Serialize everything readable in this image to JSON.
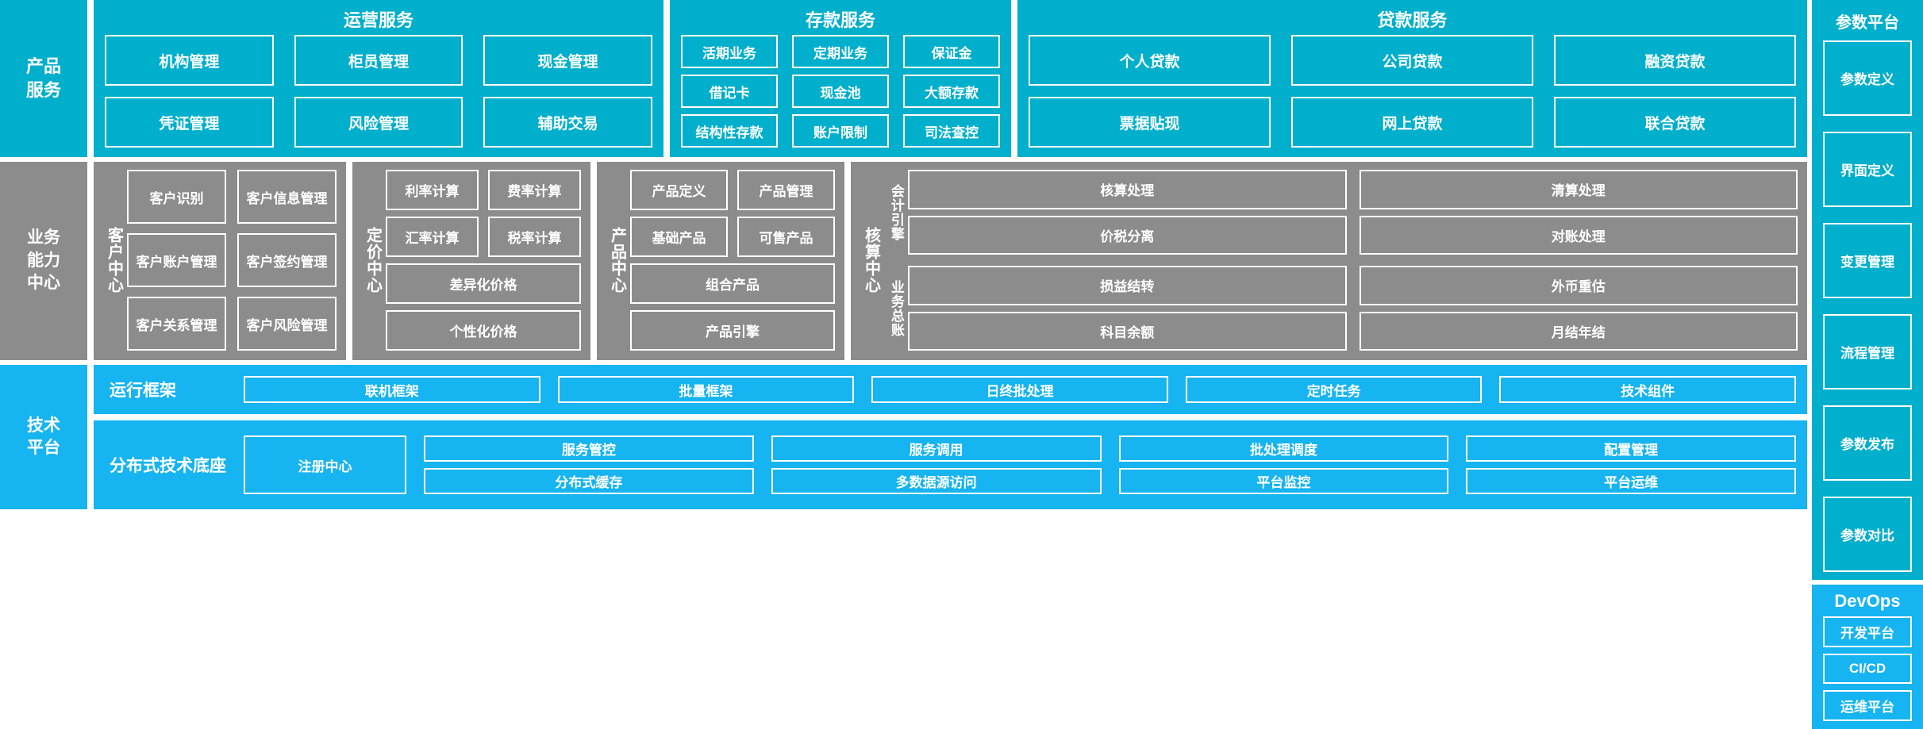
{
  "rows": {
    "product_service": {
      "rail_label": "产品\n服务",
      "panels": [
        {
          "title": "运营服务",
          "items": [
            "机构管理",
            "柜员管理",
            "现金管理",
            "凭证管理",
            "风险管理",
            "辅助交易"
          ]
        },
        {
          "title": "存款服务",
          "items": [
            "活期业务",
            "定期业务",
            "保证金",
            "借记卡",
            "现金池",
            "大额存款",
            "结构性存款",
            "账户限制",
            "司法查控"
          ]
        },
        {
          "title": "贷款服务",
          "items": [
            "个人贷款",
            "公司贷款",
            "融资贷款",
            "票据贴现",
            "网上贷款",
            "联合贷款"
          ]
        }
      ]
    },
    "business_capability": {
      "rail_label": "业务\n能力\n中心",
      "centers": [
        {
          "vlabel": "客户中心",
          "items": [
            "客户识别",
            "客户信息管理",
            "客户账户管理",
            "客户签约管理",
            "客户关系管理",
            "客户风险管理"
          ]
        },
        {
          "vlabel": "定价中心",
          "items": [
            "利率计算",
            "费率计算",
            "汇率计算",
            "税率计算"
          ],
          "wide_items": [
            "差异化价格",
            "个性化价格"
          ]
        },
        {
          "vlabel": "产品中心",
          "items": [
            "产品定义",
            "产品管理",
            "基础产品",
            "可售产品"
          ],
          "wide_items": [
            "组合产品",
            "产品引擎"
          ]
        },
        {
          "vlabel": "核算中心",
          "sections": [
            {
              "vlabel": "会计引擎",
              "items": [
                "核算处理",
                "清算处理",
                "价税分离",
                "对账处理"
              ]
            },
            {
              "vlabel": "业务总账",
              "items": [
                "损益结转",
                "外币重估",
                "科目余额",
                "月结年结"
              ]
            }
          ]
        }
      ]
    },
    "technical_platform": {
      "rail_label": "技术\n平台",
      "sections": [
        {
          "label": "运行框架",
          "items": [
            "联机框架",
            "批量框架",
            "日终批处理",
            "定时任务",
            "技术组件"
          ]
        },
        {
          "label": "分布式技术底座",
          "anchor": "注册中心",
          "items": [
            "服务管控",
            "服务调用",
            "批处理调度",
            "配置管理",
            "分布式缓存",
            "多数据源访问",
            "平台监控",
            "平台运维"
          ]
        }
      ]
    },
    "parameter_platform": {
      "title": "参数平台",
      "items": [
        "参数定义",
        "界面定义",
        "变更管理",
        "流程管理",
        "参数发布",
        "参数对比"
      ]
    },
    "devops": {
      "title": "DevOps",
      "items": [
        "开发平台",
        "CI/CD",
        "运维平台"
      ]
    }
  },
  "colors": {
    "cyan": "#00AFCB",
    "gray": "#8C8C8C",
    "light_blue": "#16B4F0",
    "box_border": "#FFFFFF",
    "text": "#FFFFFF",
    "background": "#FFFFFF"
  }
}
